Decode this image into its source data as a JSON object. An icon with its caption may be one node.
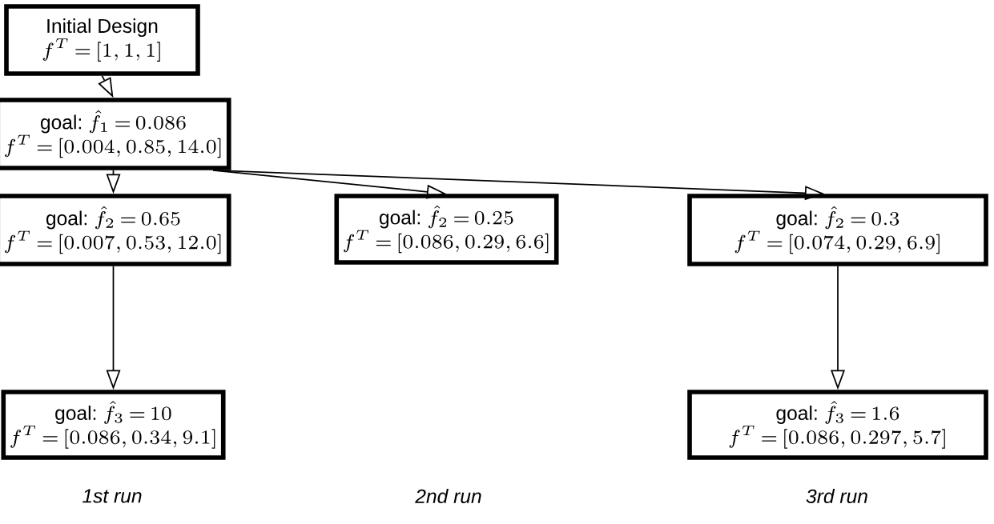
{
  "diagram": {
    "nodes": [
      {
        "text": [
          "Initial Design",
          "f^{T} = [1, 1, 1]"
        ]
      },
      {
        "text": [
          "goal:",
          "\\hat{f}_{1} = 0.086",
          "f^{T} = [0.004, 0.85, 14.0]"
        ]
      },
      {
        "text": [
          "goal:",
          "\\hat{f}_{2} = 0.65",
          "f^{T} = [0.007, 0.53, 12.0]"
        ]
      },
      {
        "text": [
          "goal:",
          "\\hat{f}_{2} = 0.25",
          "f^{T} = [0.086, 0.29, 6.6]"
        ]
      },
      {
        "text": [
          "goal:",
          "\\hat{f}_{2} = 0.3",
          "f^{T} = [0.074, 0.29, 6.9]"
        ]
      },
      {
        "text": [
          "goal:",
          "\\hat{f}_{3} = 10",
          "f^{T} = [0.086, 0.34, 9.1]"
        ]
      },
      {
        "text": [
          "goal:",
          "\\hat{f}_{3} = 1.6",
          "f^{T} = [0.086, 0.297, 5.7]"
        ]
      }
    ],
    "edges": [
      {
        "from": 0,
        "to": 1,
        "arrow": "to"
      },
      {
        "from": 1,
        "to": 2,
        "arrow": "to"
      },
      {
        "from": 1,
        "to": 3,
        "arrow": "to"
      },
      {
        "from": 1,
        "to": 4,
        "arrow": "to"
      },
      {
        "from": 2,
        "to": 5,
        "arrow": "to"
      },
      {
        "from": 4,
        "to": 6,
        "arrow": "to"
      }
    ],
    "labels": [
      "1st run",
      "2nd run",
      "3rd run"
    ]
  }
}
